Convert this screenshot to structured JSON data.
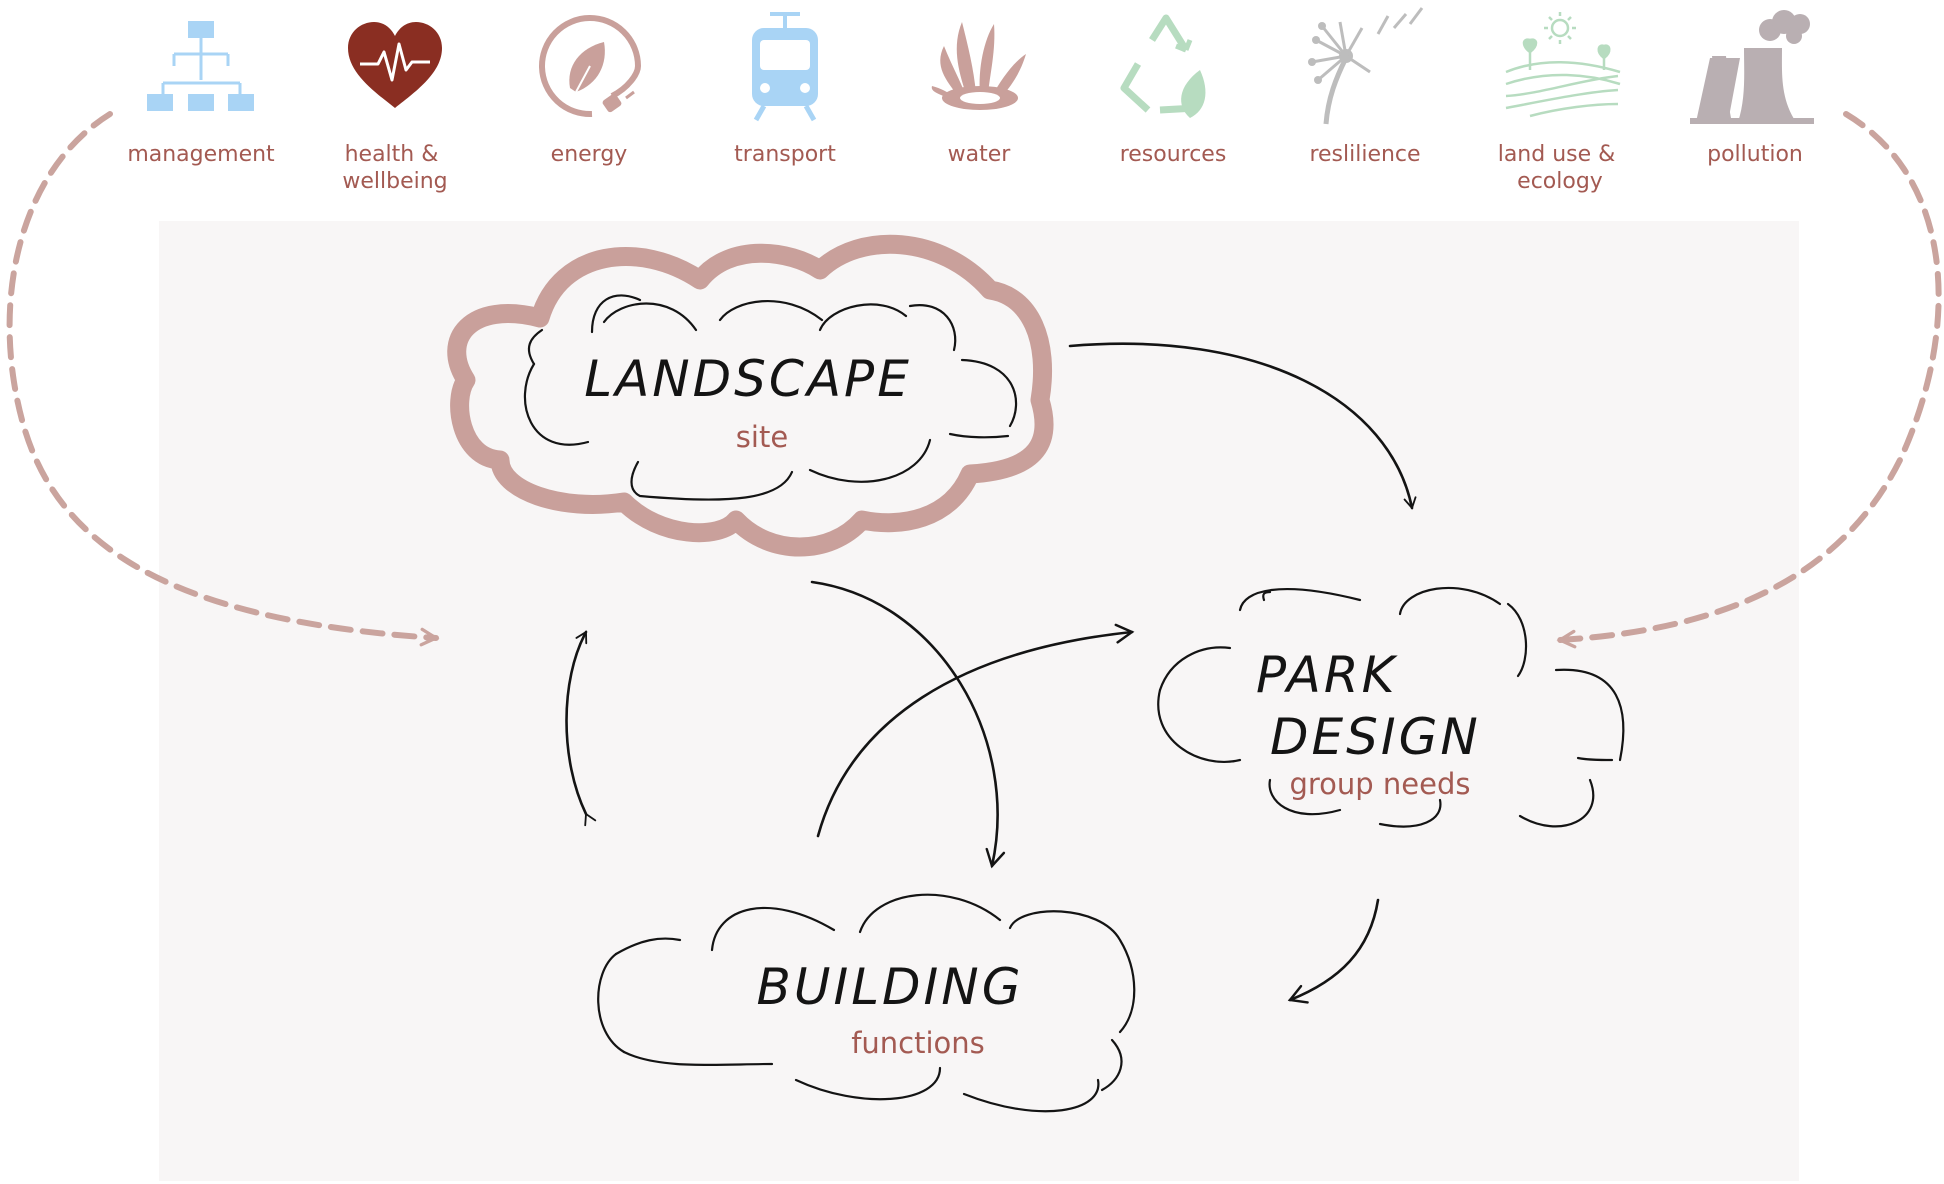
{
  "categories": [
    {
      "label_lines": [
        "management"
      ],
      "icon": "org-chart-icon",
      "color": "#a9d4f5"
    },
    {
      "label_lines": [
        "health &",
        "wellbeing"
      ],
      "icon": "heart-pulse-icon",
      "color": "#8a2e22"
    },
    {
      "label_lines": [
        "energy"
      ],
      "icon": "energy-leaf-plug-icon",
      "color": "#c9a09b"
    },
    {
      "label_lines": [
        "transport"
      ],
      "icon": "tram-icon",
      "color": "#a9d4f5"
    },
    {
      "label_lines": [
        "water"
      ],
      "icon": "water-splash-icon",
      "color": "#c9a09b"
    },
    {
      "label_lines": [
        "resources"
      ],
      "icon": "recycle-icon",
      "color": "#b7dcc0"
    },
    {
      "label_lines": [
        "reslilience"
      ],
      "icon": "dandelion-icon",
      "color": "#bdbdbd"
    },
    {
      "label_lines": [
        "land use &",
        "ecology"
      ],
      "icon": "landscape-icon",
      "color": "#b7dcc0"
    },
    {
      "label_lines": [
        "pollution"
      ],
      "icon": "factory-smoke-icon",
      "color": "#b9afb2"
    }
  ],
  "nodes": {
    "landscape": {
      "title_lines": [
        "LANDSCAPE"
      ],
      "subtitle": "site"
    },
    "park": {
      "title_lines": [
        "PARK",
        "DESIGN"
      ],
      "subtitle": "group needs"
    },
    "building": {
      "title_lines": [
        "BUILDING"
      ],
      "subtitle": "functions"
    }
  },
  "colors": {
    "label": "#a35a52",
    "panel": "#f8f6f6",
    "highlight_cloud": "#c9a09b",
    "dashed_arrow": "#caa49e",
    "ink": "#141414"
  }
}
